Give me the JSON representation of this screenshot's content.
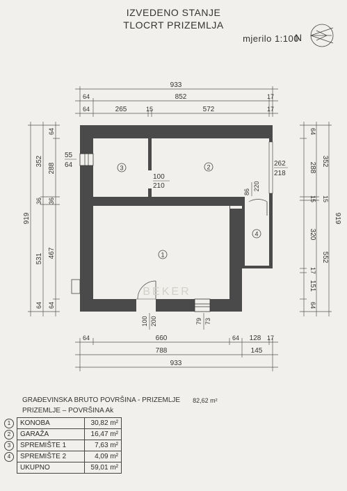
{
  "header": {
    "title_line1": "IZVEDENO STANJE",
    "title_line2": "TLOCRT PRIZEMLJA",
    "scale": "mjerilo 1:100",
    "north_label": "N"
  },
  "dimensions": {
    "top": [
      "933",
      "64",
      "852",
      "17",
      "64",
      "265",
      "15",
      "572",
      "17"
    ],
    "bottom": [
      "64",
      "660",
      "64",
      "128",
      "17",
      "788",
      "145",
      "933"
    ],
    "left_outer": "919",
    "left_mid": [
      "352",
      "36",
      "531",
      "64"
    ],
    "left_inner": [
      "64",
      "288",
      "36",
      "467",
      "64"
    ],
    "right_inner": [
      "64",
      "288",
      "15",
      "320",
      "17",
      "151",
      "64"
    ],
    "right_outer": [
      "352",
      "15",
      "552"
    ],
    "right_total": "919"
  },
  "openings": {
    "window_left": [
      "55",
      "64"
    ],
    "door_room3": [
      "100",
      "210"
    ],
    "garage_door": [
      "262",
      "218"
    ],
    "door_room4": [
      "86",
      "220"
    ],
    "entry_door": [
      "100",
      "200"
    ],
    "window_bottom": [
      "79",
      "73"
    ]
  },
  "rooms": {
    "r1": "1",
    "r2": "2",
    "r3": "3",
    "r4": "4"
  },
  "watermark": "BEKER",
  "summary": {
    "gross_label": "GRAĐEVINSKA BRUTO POVRŠINA - PRIZEMLJE",
    "gross_value": "82,62 m²",
    "net_label": "PRIZEMLJE  –  POVRŠINA  Ak",
    "rows": [
      {
        "num": "1",
        "name": "KONOBA",
        "value": "30,82 m²"
      },
      {
        "num": "2",
        "name": "GARAŽA",
        "value": "16,47 m²"
      },
      {
        "num": "3",
        "name": "SPREMIŠTE  1",
        "value": "7,63 m²"
      },
      {
        "num": "4",
        "name": "SPREMIŠTE  2",
        "value": "4,09 m²"
      },
      {
        "num": "",
        "name": "UKUPNO",
        "value": "59,01 m²"
      }
    ]
  }
}
